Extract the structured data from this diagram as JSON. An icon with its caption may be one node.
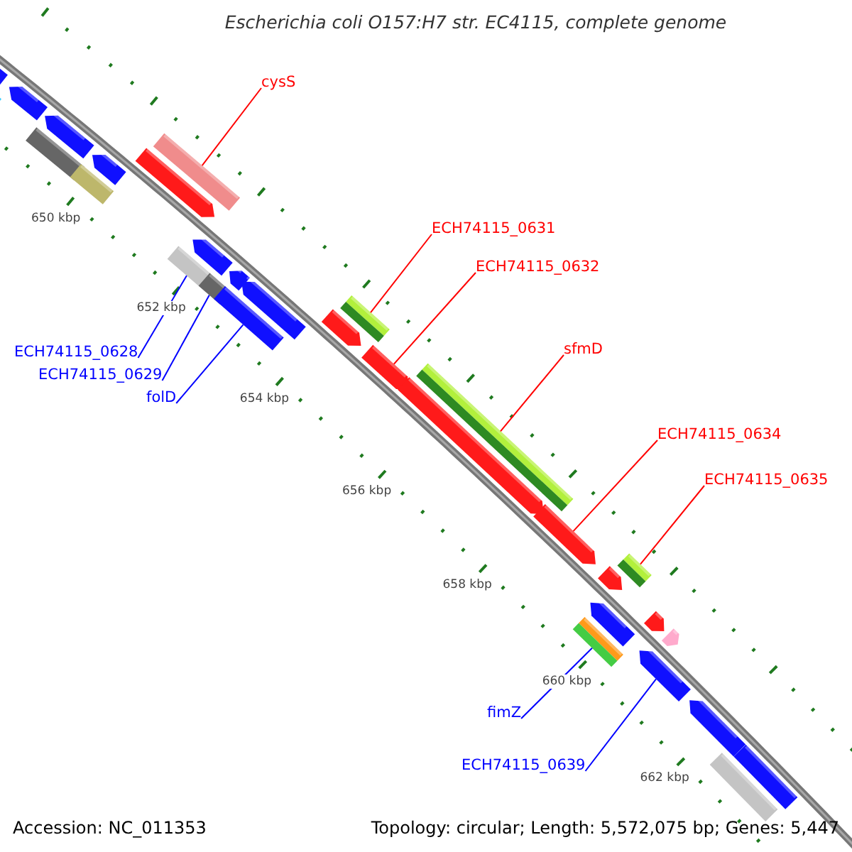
{
  "diagram": {
    "title": "Escherichia coli O157:H7 str. EC4115, complete genome",
    "nodes": [
      {
        "text": [
          "cysS"
        ]
      },
      {
        "text": [
          "ECH74115_0631"
        ]
      },
      {
        "text": [
          "ECH74115_0632"
        ]
      },
      {
        "text": [
          "sfmD"
        ]
      },
      {
        "text": [
          "ECH74115_0634"
        ]
      },
      {
        "text": [
          "ECH74115_0635"
        ]
      },
      {
        "text": [
          "ECH74115_0628"
        ]
      },
      {
        "text": [
          "ECH74115_0629"
        ]
      },
      {
        "text": [
          "folD"
        ]
      },
      {
        "text": [
          "fimZ"
        ]
      },
      {
        "text": [
          "ECH74115_0639"
        ]
      },
      {
        "text": [],
        "shape": "arrow"
      },
      {
        "text": [],
        "shape": "bar"
      },
      {
        "text": [],
        "shape": "arrow"
      },
      {
        "text": [],
        "shape": "arrow"
      },
      {
        "text": [],
        "shape": "bar"
      },
      {
        "text": [],
        "shape": "arrow"
      },
      {
        "text": [],
        "shape": "bar"
      },
      {
        "text": [],
        "shape": "arrow"
      },
      {
        "text": [],
        "shape": "bar"
      },
      {
        "text": [],
        "shape": "bar"
      },
      {
        "text": [],
        "shape": "arrow"
      },
      {
        "text": [],
        "shape": "bar"
      },
      {
        "text": [],
        "shape": "arrow"
      },
      {
        "text": [],
        "shape": "bar"
      },
      {
        "text": [],
        "shape": "arrow"
      },
      {
        "text": [],
        "shape": "arrow"
      },
      {
        "text": [],
        "shape": "bar"
      },
      {
        "text": [],
        "shape": "arrow"
      },
      {
        "text": [],
        "shape": "arrow"
      },
      {
        "text": [],
        "shape": "bar"
      },
      {
        "text": [],
        "shape": "arrow"
      },
      {
        "text": [],
        "shape": "arrow"
      },
      {
        "text": [],
        "shape": "bar"
      },
      {
        "text": [],
        "shape": "arrow"
      },
      {
        "text": [],
        "shape": "bar"
      },
      {
        "text": [],
        "shape": "arrow"
      },
      {
        "text": [],
        "shape": "arrow"
      },
      {
        "text": [],
        "shape": "arrow"
      },
      {
        "text": [],
        "shape": "arrow"
      },
      {
        "text": [],
        "shape": "bar"
      },
      {
        "text": [],
        "shape": "bar"
      }
    ],
    "edges": [
      {
        "from": 0,
        "to": 19,
        "arrow": "none"
      },
      {
        "from": 1,
        "to": 27,
        "arrow": "none"
      },
      {
        "from": 2,
        "to": 28,
        "arrow": "none"
      },
      {
        "from": 3,
        "to": 30,
        "arrow": "none"
      },
      {
        "from": 4,
        "to": 31,
        "arrow": "none"
      },
      {
        "from": 5,
        "to": 33,
        "arrow": "none"
      },
      {
        "from": 6,
        "to": 20,
        "arrow": "none",
        "color": "#0000ff"
      },
      {
        "from": 7,
        "to": 22,
        "arrow": "none",
        "color": "#0000ff"
      },
      {
        "from": 8,
        "to": 24,
        "arrow": "none",
        "color": "#0000ff"
      },
      {
        "from": 9,
        "to": 35,
        "arrow": "none",
        "color": "#0000ff"
      },
      {
        "from": 10,
        "to": 38,
        "arrow": "none",
        "color": "#0000ff"
      }
    ],
    "labels": [
      "650 kbp",
      "652 kbp",
      "654 kbp",
      "656 kbp",
      "658 kbp",
      "660 kbp",
      "662 kbp",
      "Accession: NC_011353",
      "Topology: circular; Length: 5,572,075 bp; Genes: 5,447"
    ]
  }
}
